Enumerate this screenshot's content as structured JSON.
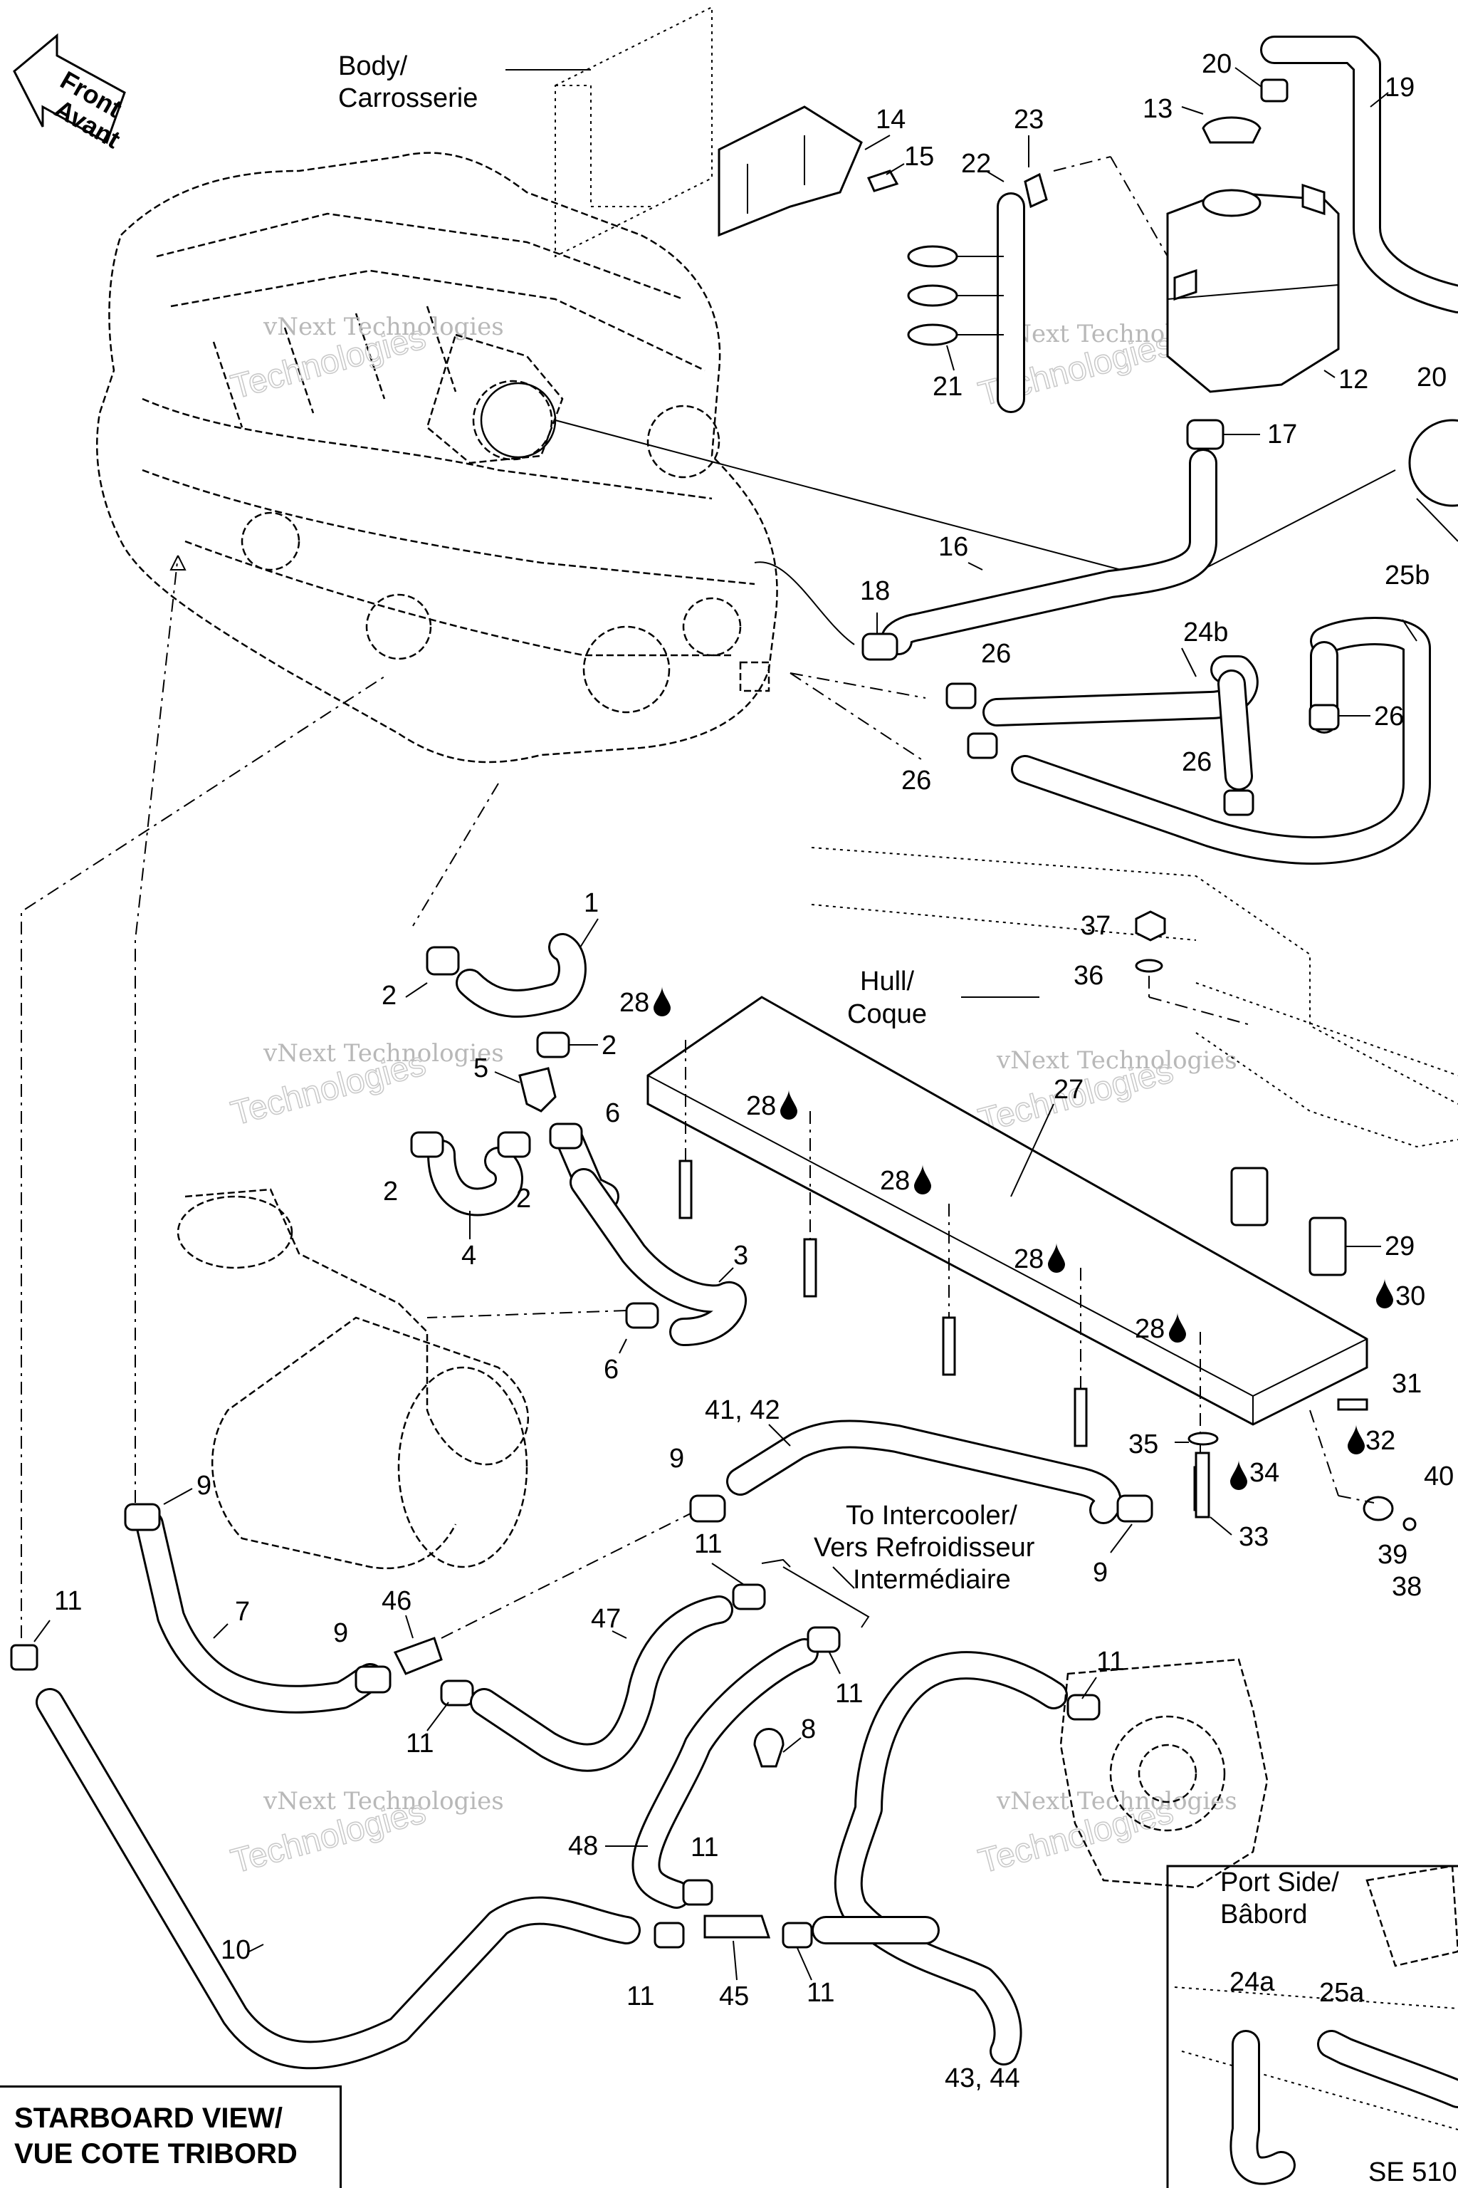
{
  "labels": {
    "front": "Front",
    "avant": "Avant",
    "body": "Body/",
    "carrosserie": "Carrosserie",
    "hull": "Hull/",
    "coque": "Coque",
    "to_intercooler_1": "To Intercooler/",
    "to_intercooler_2": "Vers Refroidisseur",
    "to_intercooler_3": "Intermédiaire",
    "port_side": "Port Side/",
    "babord": "Bâbord",
    "se_code": "SE 510",
    "starboard_view": "STARBOARD VIEW/",
    "vue_cote": "VUE COTE TRIBORD"
  },
  "watermark": {
    "text_a": "vNext Technologies",
    "text_b": "Technologies",
    "text_c": "vNext"
  },
  "callouts": {
    "n1": "1",
    "n2": "2",
    "n3": "3",
    "n4": "4",
    "n5": "5",
    "n6": "6",
    "n7": "7",
    "n8": "8",
    "n9": "9",
    "n10": "10",
    "n11": "11",
    "n12": "12",
    "n13": "13",
    "n14": "14",
    "n15": "15",
    "n16": "16",
    "n17": "17",
    "n18": "18",
    "n19": "19",
    "n20": "20",
    "n20b": "20",
    "n21": "21",
    "n22": "22",
    "n23": "23",
    "n24b": "24b",
    "n24a": "24a",
    "n25b": "25b",
    "n25a": "25a",
    "n26": "26",
    "n27": "27",
    "n28": "28",
    "n29": "29",
    "n30": "30",
    "n31": "31",
    "n32": "32",
    "n33": "33",
    "n34": "34",
    "n35": "35",
    "n36": "36",
    "n37": "37",
    "n38": "38",
    "n39": "39",
    "n40": "40",
    "n4142": "41, 42",
    "n4344": "43, 44",
    "n45": "45",
    "n46": "46",
    "n47": "47",
    "n48": "48"
  },
  "icons": {
    "drop": "drop-icon",
    "arrow": "front-arrow-icon"
  }
}
